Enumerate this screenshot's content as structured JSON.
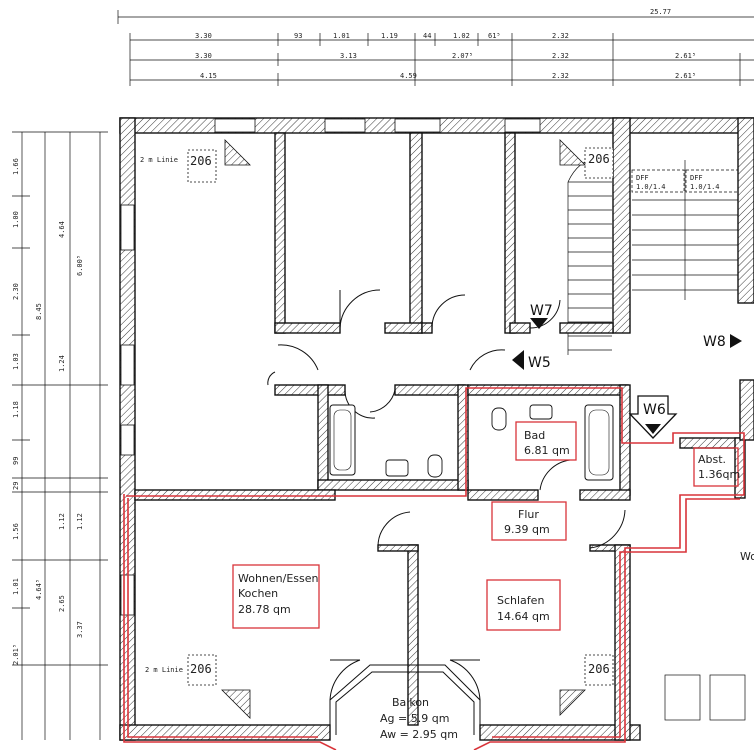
{
  "dimensions_top": {
    "total": "25.77",
    "row1": [
      "3.30",
      "93",
      "1.01",
      "1.19",
      "44",
      "1.02",
      "61⁵",
      "2.32"
    ],
    "row2": [
      "3.30",
      "3.13",
      "2.07⁵",
      "2.32",
      "2.61⁵"
    ],
    "row3": [
      "4.15",
      "4.59",
      "2.32",
      "2.61⁵"
    ]
  },
  "dimensions_left": {
    "col1": [
      "1.66",
      "1.00",
      "2.30",
      "1.03",
      "1.18",
      "99",
      "29",
      "1.56",
      "1.01",
      "2.01⁵"
    ],
    "col2": [
      "8.45",
      "1.24",
      "1.12",
      "4.64⁵",
      "2.65"
    ],
    "col3": [
      "4.64",
      "6.00⁵",
      "1.12",
      "3.37"
    ]
  },
  "chimney_labels": {
    "tl": "206",
    "tr": "206",
    "bl": "206",
    "br": "206"
  },
  "wall_notes": {
    "top_left": "2 m Linie",
    "bottom_left": "2 m Linie"
  },
  "stair_labels": {
    "dff1": "DFF",
    "dff1_val": "1.0/1.4",
    "dff2": "DFF",
    "dff2_val": "1.0/1.4"
  },
  "window_markers": {
    "w7": "W7",
    "w5": "W5",
    "w8": "W8",
    "w6": "W6"
  },
  "rooms": {
    "bad": {
      "name": "Bad",
      "area": "6.81 qm"
    },
    "abst": {
      "name": "Abst.",
      "area": "1.36qm"
    },
    "flur": {
      "name": "Flur",
      "area": "9.39 qm"
    },
    "wohnen": {
      "name1": "Wohnen/Essen",
      "name2": "Kochen",
      "area": "28.78 qm"
    },
    "schlafen": {
      "name": "Schlafen",
      "area": "14.64 qm"
    },
    "balkon": {
      "name": "Balkon",
      "ag": "Ag = 5.9 qm",
      "aw": "Aw = 2.95 qm"
    },
    "right_cut": "Wo"
  }
}
